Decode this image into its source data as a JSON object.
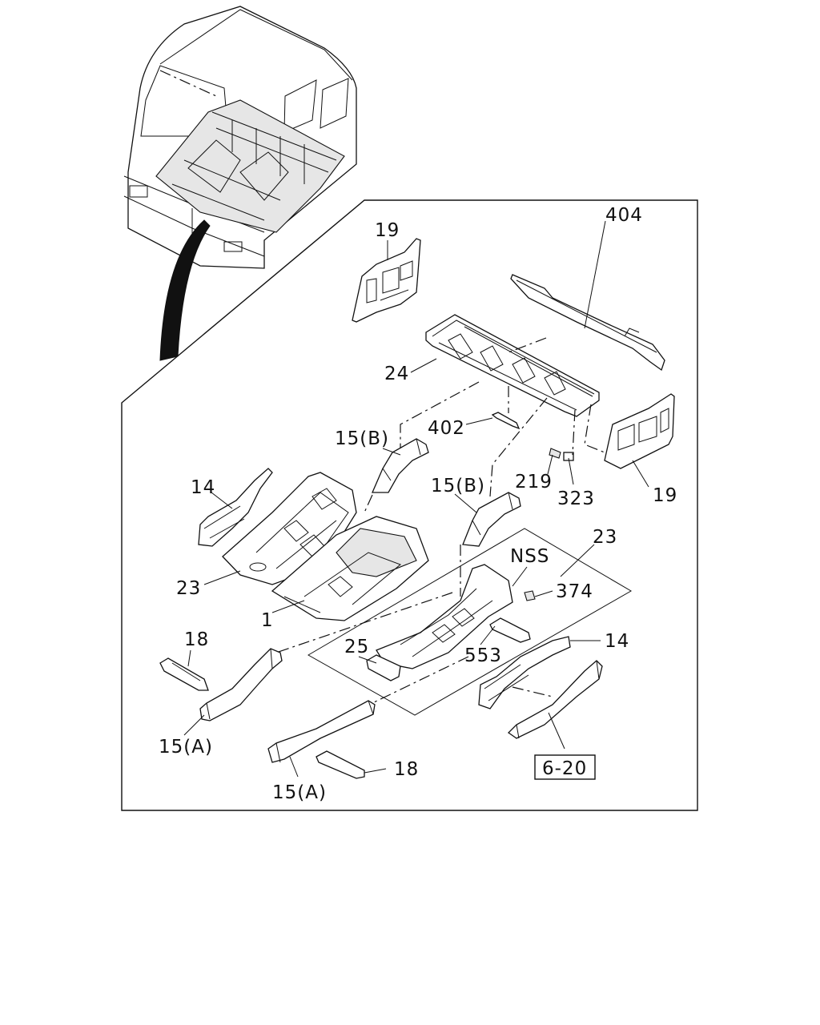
{
  "diagram": {
    "callouts": [
      {
        "id": "c19a",
        "text": "19"
      },
      {
        "id": "c404",
        "text": "404"
      },
      {
        "id": "c24",
        "text": "24"
      },
      {
        "id": "c402",
        "text": "402"
      },
      {
        "id": "c15b1",
        "text": "15(B)"
      },
      {
        "id": "c14a",
        "text": "14"
      },
      {
        "id": "c219",
        "text": "219"
      },
      {
        "id": "c15b2",
        "text": "15(B)"
      },
      {
        "id": "c323",
        "text": "323"
      },
      {
        "id": "c19b",
        "text": "19"
      },
      {
        "id": "c23a",
        "text": "23"
      },
      {
        "id": "c23b",
        "text": "23"
      },
      {
        "id": "cnss",
        "text": "NSS"
      },
      {
        "id": "c374",
        "text": "374"
      },
      {
        "id": "c1",
        "text": "1"
      },
      {
        "id": "c18a",
        "text": "18"
      },
      {
        "id": "c25",
        "text": "25"
      },
      {
        "id": "c553",
        "text": "553"
      },
      {
        "id": "c14b",
        "text": "14"
      },
      {
        "id": "c15a1",
        "text": "15(A)"
      },
      {
        "id": "c15a2",
        "text": "15(A)"
      },
      {
        "id": "c18b",
        "text": "18"
      }
    ],
    "reference_box": {
      "text": "6-20"
    }
  }
}
